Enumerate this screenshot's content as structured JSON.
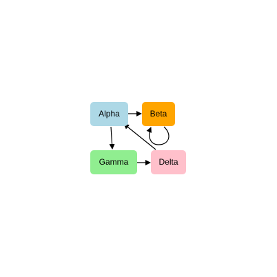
{
  "diagram": {
    "nodes": {
      "alpha": {
        "label": "Alpha",
        "color": "#add8e6"
      },
      "beta": {
        "label": "Beta",
        "color": "#ffa500"
      },
      "gamma": {
        "label": "Gamma",
        "color": "#90ee90"
      },
      "delta": {
        "label": "Delta",
        "color": "#ffc0cb"
      }
    },
    "edges": [
      {
        "from": "Alpha",
        "to": "Beta"
      },
      {
        "from": "Alpha",
        "to": "Gamma"
      },
      {
        "from": "Gamma",
        "to": "Delta"
      },
      {
        "from": "Delta",
        "to": "Alpha"
      },
      {
        "from": "Beta",
        "to": "Beta"
      }
    ],
    "edge_color": "#000000"
  }
}
